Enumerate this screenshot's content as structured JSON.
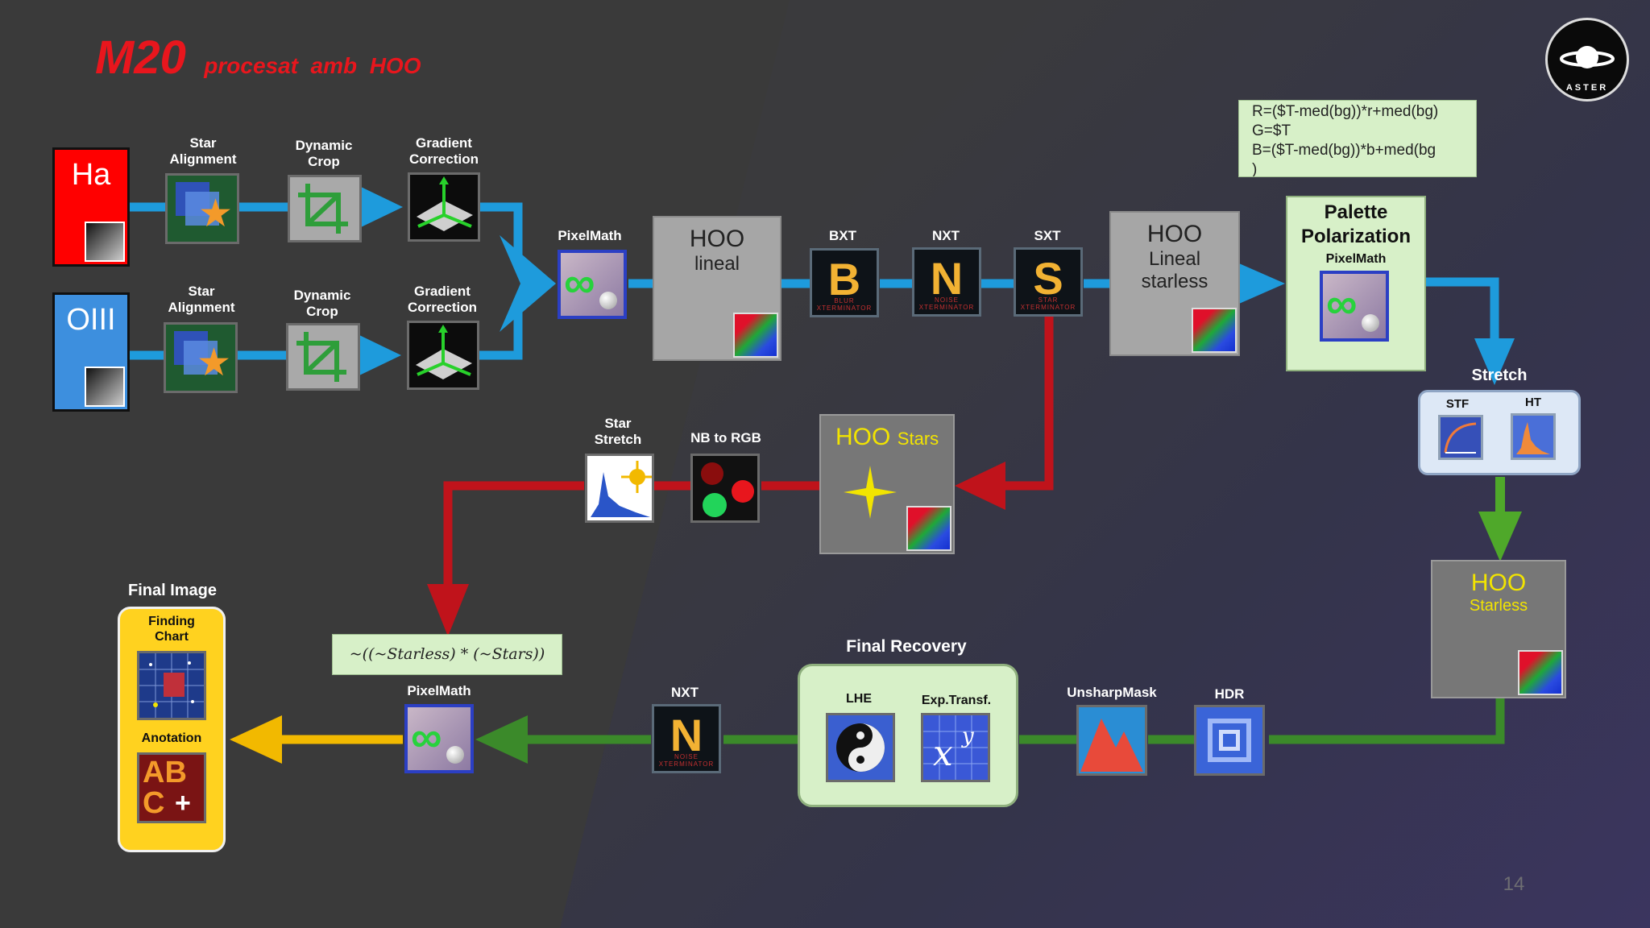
{
  "title": {
    "main": "M20",
    "sub": "procesat  amb  HOO"
  },
  "colors": {
    "title_red": "#e8161d",
    "wire_blue": "#1e9bdc",
    "wire_red": "#c0131b",
    "wire_green": "#3b8a2a",
    "arrow_green": "#4fa82a",
    "arrow_yellow": "#f2b900",
    "hoo_yellow": "#f2e400"
  },
  "inputs": {
    "ha": "Ha",
    "oiii": "OIII"
  },
  "tools": {
    "star_alignment": "Star Alignment",
    "dynamic_crop": "Dynamic Crop",
    "gradient_correction": "Gradient Correction",
    "pixelmath": "PixelMath",
    "bxt": "BXT",
    "nxt": "NXT",
    "sxt": "SXT",
    "star_stretch": "Star Stretch",
    "nb_to_rgb": "NB to RGB",
    "stf": "STF",
    "ht": "HT",
    "lhe": "LHE",
    "exp_transf": "Exp.Transf.",
    "unsharpmask": "UnsharpMask",
    "hdr": "HDR"
  },
  "icons": {
    "b": "B",
    "n": "N",
    "s": "S",
    "b_sub": "BLUR XTERMINATOR",
    "n_sub": "NOISE XTERMINATOR",
    "s_sub": "STAR XTERMINATOR"
  },
  "hoo_lineal": {
    "line1": "HOO",
    "line2": "lineal"
  },
  "hoo_lineal_starless": {
    "line1": "HOO",
    "line2": "Lineal",
    "line3": "starless"
  },
  "palette": {
    "title": "Palette Polarization",
    "tool": "PixelMath"
  },
  "formula": {
    "r": "R=($T-med(bg))*r+med(bg)",
    "g": "G=$T",
    "b": "B=($T-med(bg))*b+med(bg",
    "end": ")"
  },
  "stretch": {
    "title": "Stretch"
  },
  "hoo_starless": {
    "line1": "HOO",
    "line2": "Starless"
  },
  "hoo_stars": {
    "line1": "HOO",
    "line2": "Stars"
  },
  "star_formula": "~((~Starless) * (~Stars))",
  "final_recovery": {
    "title": "Final Recovery"
  },
  "final_image": {
    "title": "Final Image",
    "finding_chart": "Finding Chart",
    "anotation": "Anotation",
    "abc": "AB",
    "c": "C"
  },
  "page_number": "14",
  "logo": {
    "text": "ASTER"
  }
}
